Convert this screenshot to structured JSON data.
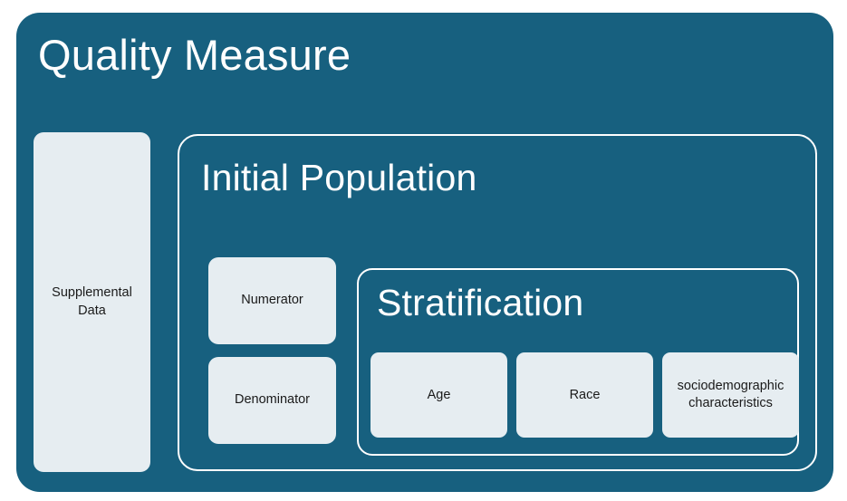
{
  "diagram": {
    "title": "Quality Measure",
    "colors": {
      "container_fill": "#17607f",
      "card_fill": "#e6edf1",
      "outline": "#ffffff",
      "title_text": "#ffffff",
      "card_text": "#1a1a1a",
      "page_background": "#ffffff"
    },
    "supplemental_data": {
      "label": "Supplemental Data"
    },
    "initial_population": {
      "title": "Initial Population",
      "measure_components": [
        {
          "label": "Numerator"
        },
        {
          "label": "Denominator"
        }
      ],
      "stratification": {
        "title": "Stratification",
        "categories": [
          {
            "label": "Age"
          },
          {
            "label": "Race"
          },
          {
            "label": "sociodemographic characteristics"
          }
        ]
      }
    }
  }
}
